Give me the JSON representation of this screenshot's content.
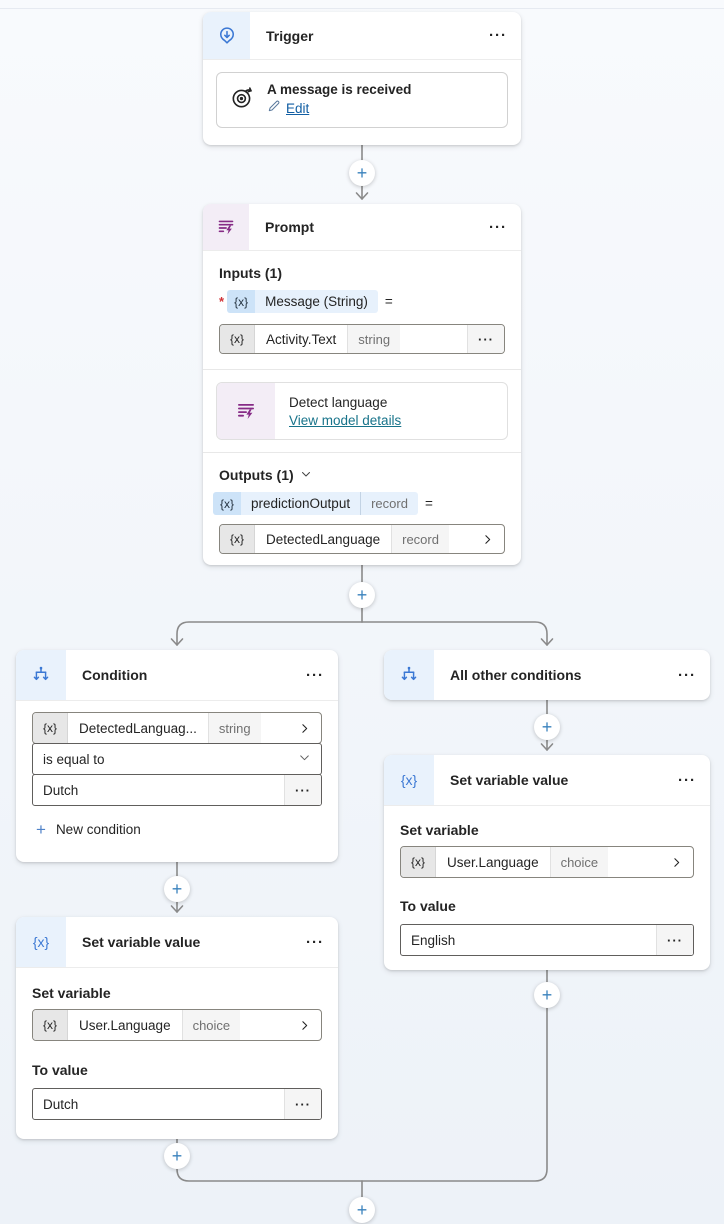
{
  "ui": {
    "more_glyph": "···",
    "plus_glyph": "+",
    "equals_glyph": "=",
    "required_glyph": "*",
    "var_glyph": "{x}"
  },
  "colors": {
    "accent_blue": "#3b78d4",
    "accent_purple": "#862b86",
    "link_blue": "#115ea3",
    "link_teal": "#17738a",
    "connector_gray": "#8a8a8a"
  },
  "trigger": {
    "title": "Trigger",
    "action_name": "A message is received",
    "edit_label": "Edit"
  },
  "prompt": {
    "title": "Prompt",
    "inputs_label": "Inputs (1)",
    "input_name": "Message (String)",
    "input_value": "Activity.Text",
    "input_value_type": "string",
    "model_name": "Detect language",
    "model_link": "View model details",
    "outputs_label": "Outputs (1)",
    "output_name": "predictionOutput",
    "output_type": "record",
    "output_value": "DetectedLanguage",
    "output_value_type": "record"
  },
  "condition": {
    "title": "Condition",
    "operand": "DetectedLanguag...",
    "operand_type": "string",
    "operator": "is equal to",
    "value": "Dutch",
    "new_condition_label": "New condition"
  },
  "all_other_conditions": {
    "title": "All other conditions"
  },
  "set_variable_left": {
    "title": "Set variable value",
    "set_label": "Set variable",
    "variable": "User.Language",
    "variable_type": "choice",
    "to_label": "To value",
    "value": "Dutch"
  },
  "set_variable_right": {
    "title": "Set variable value",
    "set_label": "Set variable",
    "variable": "User.Language",
    "variable_type": "choice",
    "to_label": "To value",
    "value": "English"
  }
}
